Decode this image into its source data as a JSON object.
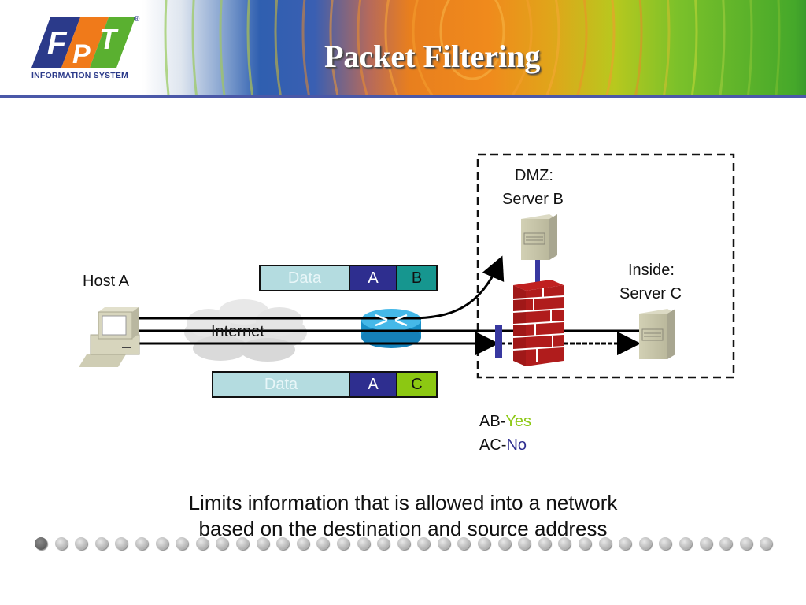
{
  "header": {
    "title": "Packet Filtering",
    "logo": {
      "letters": [
        "F",
        "P",
        "T"
      ],
      "subtitle": "INFORMATION SYSTEM",
      "registered_mark": "®",
      "colors": {
        "blue": "#2b3a8a",
        "orange": "#f07a1a",
        "green": "#5ab030"
      }
    }
  },
  "diagram": {
    "host_a": {
      "label": "Host A",
      "icon": "desktop-computer-icon"
    },
    "internet": {
      "label": "Internet",
      "icon": "cloud-icon"
    },
    "router": {
      "icon": "router-icon"
    },
    "firewall": {
      "icon": "brick-firewall-icon"
    },
    "dmz": {
      "label_line1": "DMZ:",
      "label_line2": "Server B",
      "icon": "server-icon"
    },
    "inside": {
      "label_line1": "Inside:",
      "label_line2": "Server C",
      "icon": "server-icon"
    },
    "packet_ab": {
      "data": "Data",
      "source": "A",
      "destination": "B"
    },
    "packet_ac": {
      "data": "Data",
      "source": "A",
      "destination": "C"
    },
    "rules": [
      {
        "pair": "AB-",
        "result": "Yes",
        "color": "#8cc812"
      },
      {
        "pair": "AC-",
        "result": "No",
        "color": "#2e2e8f"
      }
    ]
  },
  "caption": {
    "line1": "Limits information that is allowed into a network",
    "line2": "based on the destination and source address"
  },
  "slide_nav": {
    "total_dots": 37,
    "active_index": 0
  }
}
